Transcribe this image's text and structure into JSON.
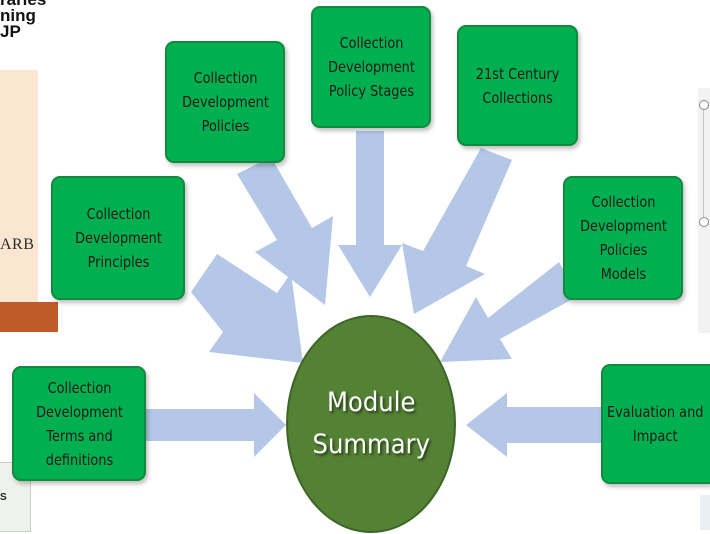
{
  "background": {
    "title_lines": [
      "raries",
      "ning",
      "JP"
    ],
    "panel_text": "ARB",
    "logo_text": "S"
  },
  "diagram": {
    "center": "Module\nSummary",
    "nodes": [
      {
        "label": "Collection\nDevelopment\nPolicies"
      },
      {
        "label": "Collection\nDevelopment\nPolicy Stages"
      },
      {
        "label": "21st Century\nCollections"
      },
      {
        "label": "Collection\nDevelopment\nPrinciples"
      },
      {
        "label": "Collection\nDevelopment\nPolicies\nModels"
      },
      {
        "label": "Collection\nDevelopment\nTerms  and\ndefinitions"
      },
      {
        "label": "Evaluation and\nImpact"
      }
    ],
    "colors": {
      "node_fill": "#00b050",
      "node_border": "#0f8a3e",
      "hub_fill": "#548235",
      "arrow": "#b4c7e7"
    }
  }
}
